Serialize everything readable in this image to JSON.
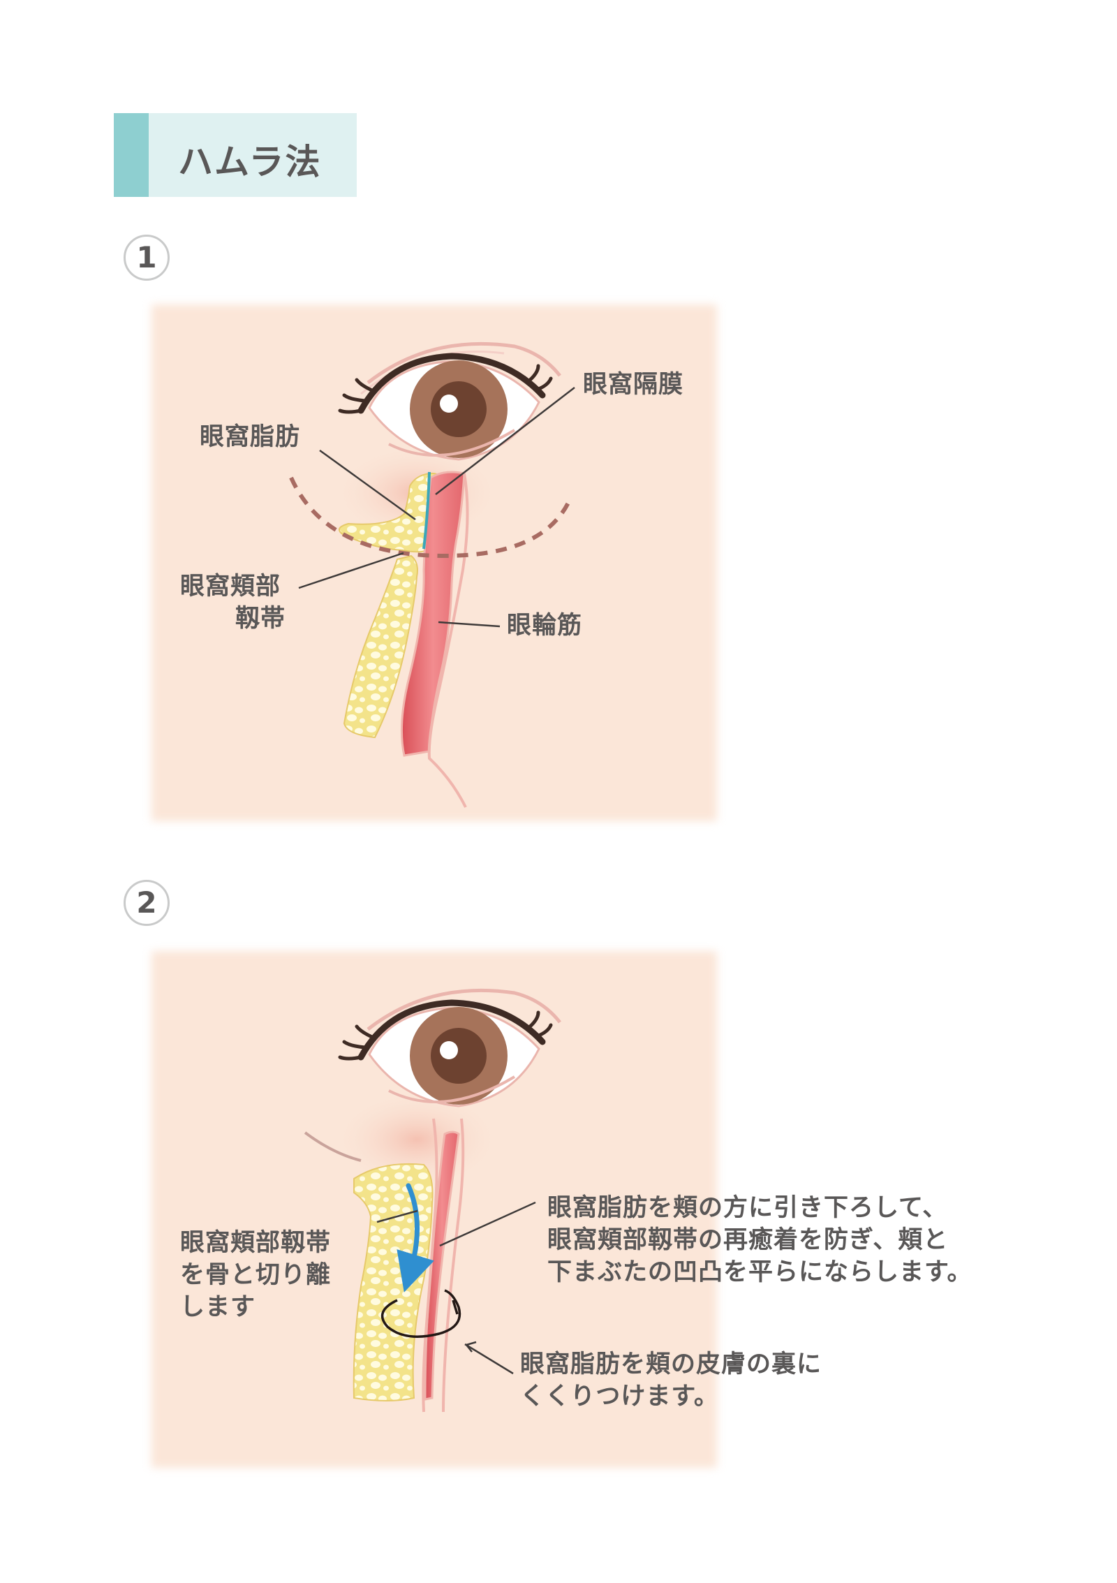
{
  "title": "ハムラ法",
  "steps": [
    {
      "number": "1",
      "labels": {
        "septum": "眼窩隔膜",
        "fat": "眼窩脂肪",
        "ligament_line1": "眼窩頬部",
        "ligament_line2": "靱帯",
        "muscle": "眼輪筋"
      }
    },
    {
      "number": "2",
      "labels": {
        "cut_line1": "眼窩頬部靱帯",
        "cut_line2": "を骨と切り離",
        "cut_line3": "します",
        "move_line1": "眼窩脂肪を頬の方に引き下ろして、",
        "move_line2": "眼窩頬部靱帯の再癒着を防ぎ、頬と",
        "move_line3": "下まぶたの凹凸を平らにならします。",
        "suture_line1": "眼窩脂肪を頬の皮膚の裏に",
        "suture_line2": "くくりつけます。"
      }
    }
  ],
  "colors": {
    "title_accent": "#8ecfd0",
    "title_bg": "#dff1f1",
    "panel_bg": "#fbe6d8",
    "fat": "#f7ec9e",
    "muscle": "#e96d72",
    "iris": "#a6735a",
    "arrow": "#2f8fd0",
    "text": "#595757"
  }
}
